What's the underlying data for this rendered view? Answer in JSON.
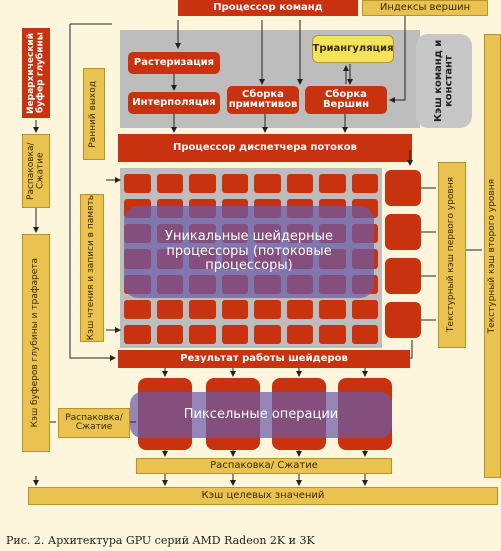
{
  "blocks": {
    "cmd_processor": "Процессор команд",
    "vertex_indices": "Индексы вершин",
    "triangulation": "Триангуляция",
    "rasterization": "Растеризация",
    "interpolation": "Интерполяция",
    "primitive_assembly": "Сборка примитивов",
    "vertex_assembly": "Сборка Вершин",
    "cmd_const_cache": "Кэш команд и констант",
    "hier_z": "Иерархический буфер глубины",
    "early_out": "Ранний выход",
    "unpack1": "Распаковка/ Сжатие",
    "dispatcher": "Процессор диспетчера потоков",
    "rw_cache": "Кэш чтения и записи в память",
    "shaders": "Уникальные шейдерные процессоры (потоковые процессоры)",
    "l1_cache": "Текстурный кэш первого уровня",
    "l2_cache": "Текстурный кэш второго уровня",
    "shader_result": "Результат работы шейдеров",
    "depth_stencil": "Кэш буферов глубины и трафарета",
    "unpack2": "Распаковка/ Сжатие",
    "pixel_ops": "Пиксельные операции",
    "unpack3": "Распаковка/ Сжатие",
    "target_cache": "Кэш целевых значений"
  },
  "caption": "Рис. 2. Архитектура GPU серий AMD Radeon 2K и 3K",
  "colors": {
    "red": "#c8320f",
    "gold": "#e9c24f",
    "purple": "#6b5aa8",
    "gray": "#bdbdbd"
  }
}
